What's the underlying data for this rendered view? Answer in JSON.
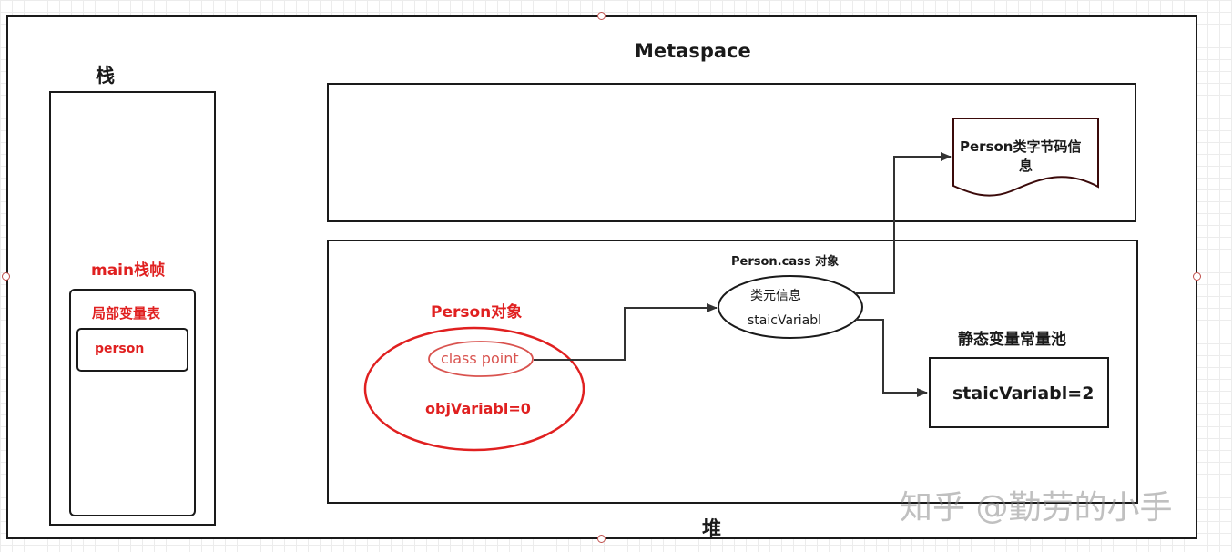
{
  "labels": {
    "stack_title": "栈",
    "metaspace_title": "Metaspace",
    "heap_title": "堆",
    "main_frame": "main栈帧",
    "local_var_table": "局部变量表",
    "person_var": "person",
    "person_object": "Person对象",
    "class_point": "class point",
    "obj_variable": "objVariabl=0",
    "person_class_object": "Person.cass 对象",
    "class_meta_info": "类元信息",
    "static_variable": "staicVariabl",
    "static_pool_title": "静态变量常量池",
    "static_pool_value": "staicVariabl=2",
    "bytecode_info_line1": "Person类字节码信",
    "bytecode_info_line2": "息"
  },
  "watermark": "知乎 @勤劳的小手",
  "colors": {
    "red": "#e02020",
    "soft_red": "#d9534f",
    "black": "#1a1a1a",
    "handle": "#c0504d",
    "bytecode_border": "#3b0a0a"
  }
}
